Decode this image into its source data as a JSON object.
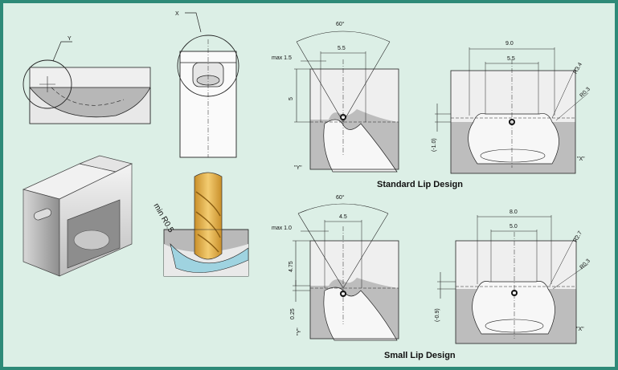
{
  "colors": {
    "frame": "#2e8a78",
    "background": "#dcefe6",
    "metal_light": "#ececec",
    "metal_dark": "#a9a9a9",
    "tool_gold": "#e3b44d",
    "coolant_blue": "#9fd3e0"
  },
  "labels": {
    "detail_y": "Y",
    "detail_x": "X",
    "min_radius": "min R0.5"
  },
  "standard": {
    "caption": "Standard Lip Design",
    "angle": "60°",
    "lip_width": "5.5",
    "max_label": "max 1.5",
    "depth": "5",
    "view_y": "\"Y\"",
    "width_x": "9.0",
    "inner_x": "5.5",
    "radius_outer": "R3.4",
    "radius_inner": "R0.3",
    "offset_x": "(-1.0)",
    "view_x": "\"X\""
  },
  "small": {
    "caption": "Small Lip Design",
    "angle": "60°",
    "lip_width": "4.5",
    "max_label": "max 1.0",
    "depth": "4.75",
    "small_depth": "0.25",
    "view_y": "\"Y\"",
    "width_x": "8.0",
    "inner_x": "5.0",
    "radius_outer": "R2.7",
    "radius_inner": "R0.3",
    "offset_x": "(-0.9)",
    "view_x": "\"X\""
  }
}
